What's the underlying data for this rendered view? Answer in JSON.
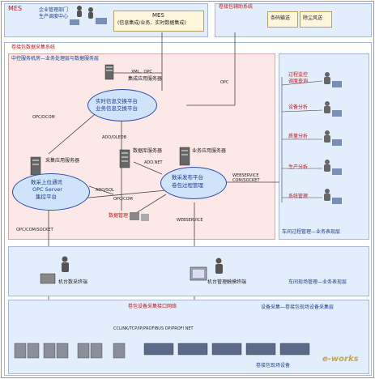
{
  "top_mes": {
    "label": "MES",
    "center_line1": "企业管理部门",
    "center_line2": "生产调度中心",
    "mes_box_title": "MES",
    "mes_box_sub": "(信息集成/业务、实时数据集成)"
  },
  "top_aux": {
    "title": "卷接包辅助系统",
    "btn1": "条码输送",
    "btn2": "除尘风送"
  },
  "main_title": "卷接包数据采集系统",
  "middle_layer_label": "中控服务机房—业务处理层与数据服务层",
  "integration_server": {
    "title": "集成应用服务器",
    "line1": "实时信息交换平台",
    "line2": "业务信息交换平台"
  },
  "acq_server": {
    "title": "采集应用服务器",
    "line1": "数采上位通讯",
    "line2": "OPC Server",
    "line3": "集控平台"
  },
  "db_server": {
    "title": "数据库服务器"
  },
  "biz_server": {
    "title": "业务应用服务器",
    "line1": "数采发布平台",
    "line2": "卷包过程管理"
  },
  "links": {
    "xml_opc": "XML、OPC",
    "opc_dcom_top": "OPC/DCOM",
    "opc_right": "OPC",
    "ado_oledb": "ADO/OLEDB",
    "ado_net": "ADO.NET",
    "ado_sql": "ADO/SQL",
    "opc_com": "OPC/COM",
    "webservice_com_socket": "WEBSERVICE COM/SOCKET",
    "opc_com_socket": "OPC/COM/SOCKET",
    "webservice": "WEBSERVICE"
  },
  "data_mgmt": "数据管理",
  "right_panel": {
    "items": [
      "过程监控",
      "调度查询",
      "设备分析",
      "质量分析",
      "生产分析",
      "系统管理"
    ],
    "footer": "车间过程管理—业务表现层"
  },
  "terminals": {
    "machine_terminal": "机台数采终端",
    "mgmt_terminal": "机台管理触摸终端",
    "layer_label": "车间现场管理—业务表现层"
  },
  "bottom": {
    "network_title": "卷包设备采集接口网络",
    "layer_label": "设备采集—卷接包现场设备采集层",
    "protocols": "CCLINK/TCP/IP/PROFIBUS DP/PROFI NET",
    "footer": "卷接包现场设备"
  },
  "watermark": "e-works",
  "colors": {
    "navy": "#1d3d8f",
    "red": "#c41919",
    "pink_panel": "#fde8e8",
    "blue_panel": "#e3eefc",
    "ellipse_border": "#2a4fa8"
  }
}
